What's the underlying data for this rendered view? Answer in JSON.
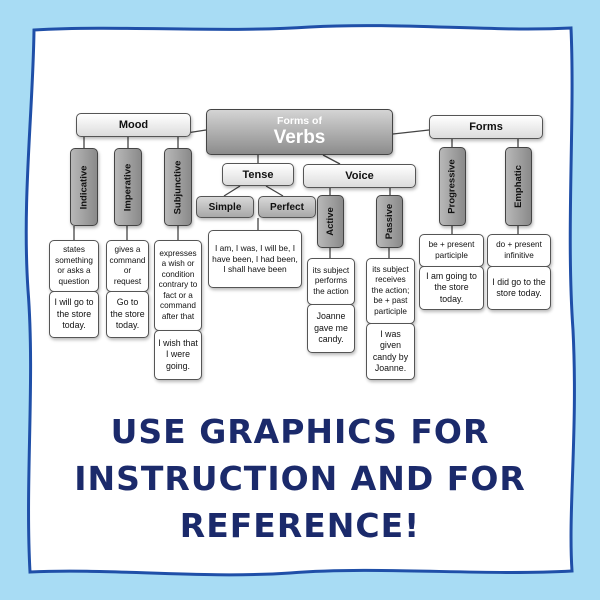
{
  "frame": {
    "outer_color": "#a8dcf4",
    "edge_color": "#1f4fa8",
    "inner_color": "#ffffff"
  },
  "diagram": {
    "title_small": "Forms of",
    "title_big": "Verbs",
    "mood": {
      "label": "Mood",
      "indicative": {
        "label": "Indicative",
        "desc": "states something or asks a question",
        "example": "I will go to the store today."
      },
      "imperative": {
        "label": "Imperative",
        "desc": "gives a command or request",
        "example": "Go to the store today."
      },
      "subjunctive": {
        "label": "Subjunctive",
        "desc": "expresses a wish or condition contrary to fact or a command after that",
        "example": "I wish that I were going."
      }
    },
    "tense": {
      "label": "Tense",
      "simple": "Simple",
      "perfect": "Perfect",
      "example": "I am, I was, I will be, I have been, I had been, I shall have been"
    },
    "voice": {
      "label": "Voice",
      "active": {
        "label": "Active",
        "desc": "its subject performs the action",
        "example": "Joanne gave me candy."
      },
      "passive": {
        "label": "Passive",
        "desc": "its subject receives the action; be + past participle",
        "example": "I was given candy by Joanne."
      }
    },
    "forms": {
      "label": "Forms",
      "progressive": {
        "label": "Progressive",
        "desc": "be + present participle",
        "example": "I am going to the store today."
      },
      "emphatic": {
        "label": "Emphatic",
        "desc": "do + present infinitive",
        "example": "I did go to the store today."
      }
    }
  },
  "caption": {
    "line1": "USE GRAPHICS FOR",
    "line2": "INSTRUCTION AND FOR",
    "line3": "REFERENCE!"
  }
}
